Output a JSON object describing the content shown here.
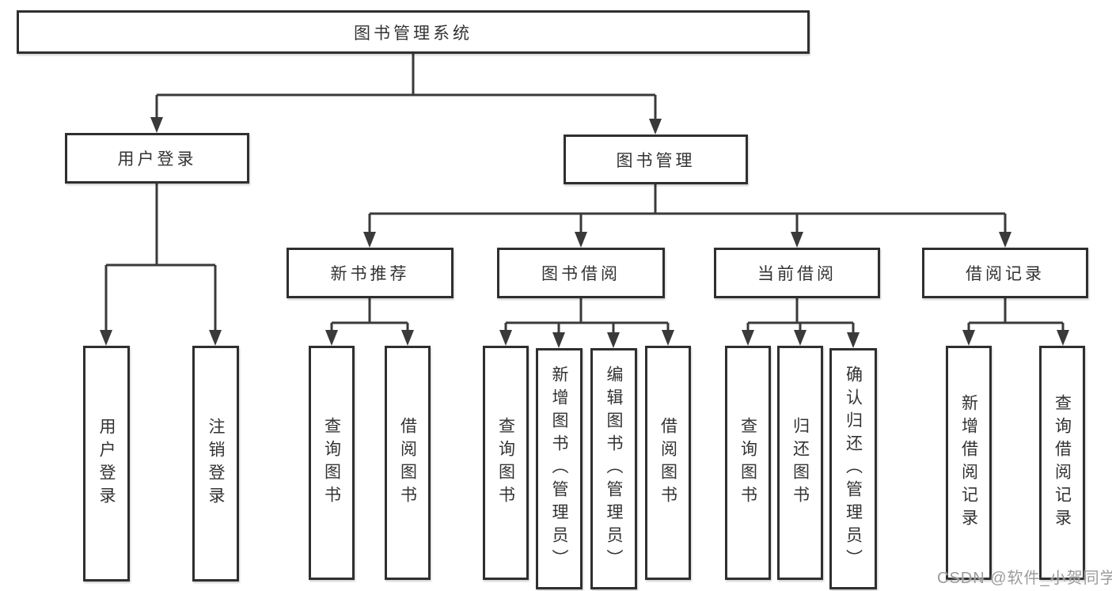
{
  "diagram": {
    "root": {
      "label": "图书管理系统"
    },
    "level2": [
      {
        "label": "用户登录"
      },
      {
        "label": "图书管理"
      }
    ],
    "level3": [
      {
        "label": "新书推荐"
      },
      {
        "label": "图书借阅"
      },
      {
        "label": "当前借阅"
      },
      {
        "label": "借阅记录"
      }
    ],
    "leaves": {
      "user_login": [
        "用户登录",
        "注销登录"
      ],
      "new_book_recommend": [
        "查询图书",
        "借阅图书"
      ],
      "book_borrow": [
        "查询图书",
        "新增图书（管理员）",
        "编辑图书（管理员）",
        "借阅图书"
      ],
      "current_borrow": [
        "查询图书",
        "归还图书",
        "确认归还（管理员）"
      ],
      "borrow_record": [
        "新增借阅记录",
        "查询借阅记录"
      ]
    }
  },
  "colors": {
    "line": "#3a3a3a",
    "border": "#2f2f2f",
    "text": "#333333",
    "watermark": "#9b9b9b"
  },
  "watermark": "CSDN @软件_小贺同学"
}
